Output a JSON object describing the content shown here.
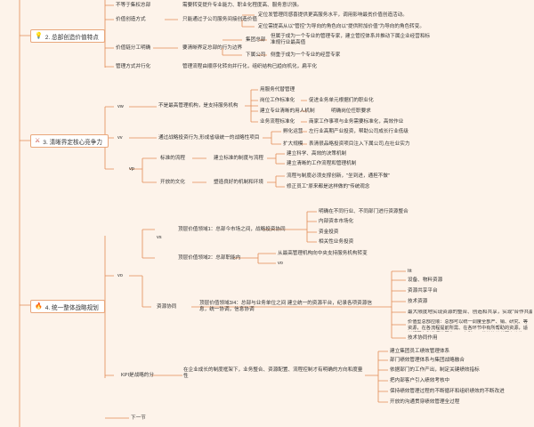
{
  "colors": {
    "background": "#fdf3ea",
    "line": "#e28b56",
    "topic_border": "#e9a77c"
  },
  "sections": {
    "s2": {
      "label": "2. 总部创造价值特点",
      "icon": "lightbulb-icon"
    },
    "s3": {
      "label": "3. 清晰界定核心竞争力",
      "icon": "compass-icon"
    },
    "s4": {
      "label": "4. 统一整体战略规划",
      "icon": "fire-icon"
    }
  },
  "s1_nodes": {
    "n1_title": "不等于集权总部",
    "n1_text": "需要转变提升专业能力、职业化程度高、服务意识强。",
    "n2_title": "价值创造方式",
    "n2_text": "只能通过子公司服务间接创造价值",
    "n2_a": "定位发管理同感喜提供更高服务水平，调用影响最贫价值创造活动。",
    "n2_b": "定位需提高从以\"管控\"为导向的角色向以\"提供附加价值\"为导向的角色转变。",
    "n3_title": "价值链分工明确",
    "n3_text": "要清晰界定总部的行为边界",
    "n3_g1": "集团总部",
    "n3_g1_text": "但属于成为一个专业的管理专家，建立管控体系并推动下属企业经营和标准规行业最高值",
    "n3_g2": "下属公司",
    "n3_g2_text": "侧重于成为一个专业的经营专家",
    "n4_title": "管理方式并行化",
    "n4_text": "管理流程由顺序化转向并行化，组织结构已趋向机化，扁平化"
  },
  "s3_nodes": {
    "vw": "vw",
    "vw_text": "不是最高管理机构，是支持服务机构",
    "vw_c1": "用服务代替管理",
    "vw_c2": "岗位工作标准化",
    "vw_c2_text": "促进业务单元根据们的职业化",
    "vw_c3": "建立专业清晰的用人机制",
    "vw_c3_text": "明确岗位任职要求",
    "vw_c4": "业务流程标准化",
    "vw_c4_text": "商家工作事项与业务需要标准化，高效作业",
    "vv": "vv",
    "vv_text": "通过战略投资行为,形成省级统一的战略性项目",
    "vv_c1": "孵化运营",
    "vv_c1_text": "左行业高期产业投资，帮助公司成长行业低级",
    "vv_c2": "扩大规模",
    "vv_c2_text": "表清很品略投资项目注入下属公司,在社业实力",
    "vp": "vp",
    "vp_c1": "标准的流程",
    "vp_c1_text": "建立标准的制度与流程",
    "vp_c1_a": "建立科学、高效的决策机制",
    "vp_c1_b": "建立清晰的工作流程和管理机制",
    "vp_c2": "开放的文化",
    "vp_c2_text": "塑造良好的机制和环境",
    "vp_c2_a": "流程与制度必须支撑创新，\"坐到进，通担不做\"",
    "vp_c2_b": "修正员工\"原来都是这样做的\"传统观念"
  },
  "s4_nodes": {
    "vo": "vo",
    "vs": "vs",
    "l1": "顶层价值领域1：总部今市场之间，战略投资协同",
    "l1_a": "明确在不同行业、不同部门进行资源整合",
    "l1_b": "内部资本市场化",
    "l1_c": "资金投资",
    "l1_d": "相关性业务投资",
    "l2": "顶层价值领域2：总部职能内",
    "l2_a": "从最高管理机构向中央支持服务机构转变",
    "l2_vo": "vo",
    "zy": "资源协同",
    "zy_text": "顶层价值领域3/4：总部与业务单位之间 建立统一的资源平台，纪录各项资源信息，统一协调，信息协调",
    "zy_r1": "Itt",
    "zy_r2": "设备、物料资源",
    "zy_r3": "资源共享平台",
    "zy_r4": "技术资源",
    "zy_r5": "最大限度地实现资源的整合、创造和共享，实现\"合作共赢\"",
    "zy_r6": "价值型总部应顺：总部可以统一调度全部产、销、研究、等资源，在各流程提前所需、在各环节中有所帮助的资源，适当行更有利发挥协同作用于有所不可代替的效益更有价值的、合作共赢等资源，在此范围上打造有所不可替代合作共赢等资源",
    "zy_r7": "技术协同作用",
    "kpi": "KPI是战略的分",
    "kpi_text": "在企业成长的制度框架下，业务整合、资源配置、流程控制才有明确的方向和度量性",
    "kpi_1": "建立集团员工绩效管理体系",
    "kpi_2": "部门绩效管理体系与集团战略融合",
    "kpi_3": "依据部门的工作产出，制定关键绩效指标",
    "kpi_4": "把内部客户引入绩效考核中",
    "kpi_5": "保持绩效管理过程的不断循环和组织绩效的不断改进",
    "kpi_6": "开放的沟通贯穿绩效管理全过程",
    "bottom": "下一节"
  }
}
